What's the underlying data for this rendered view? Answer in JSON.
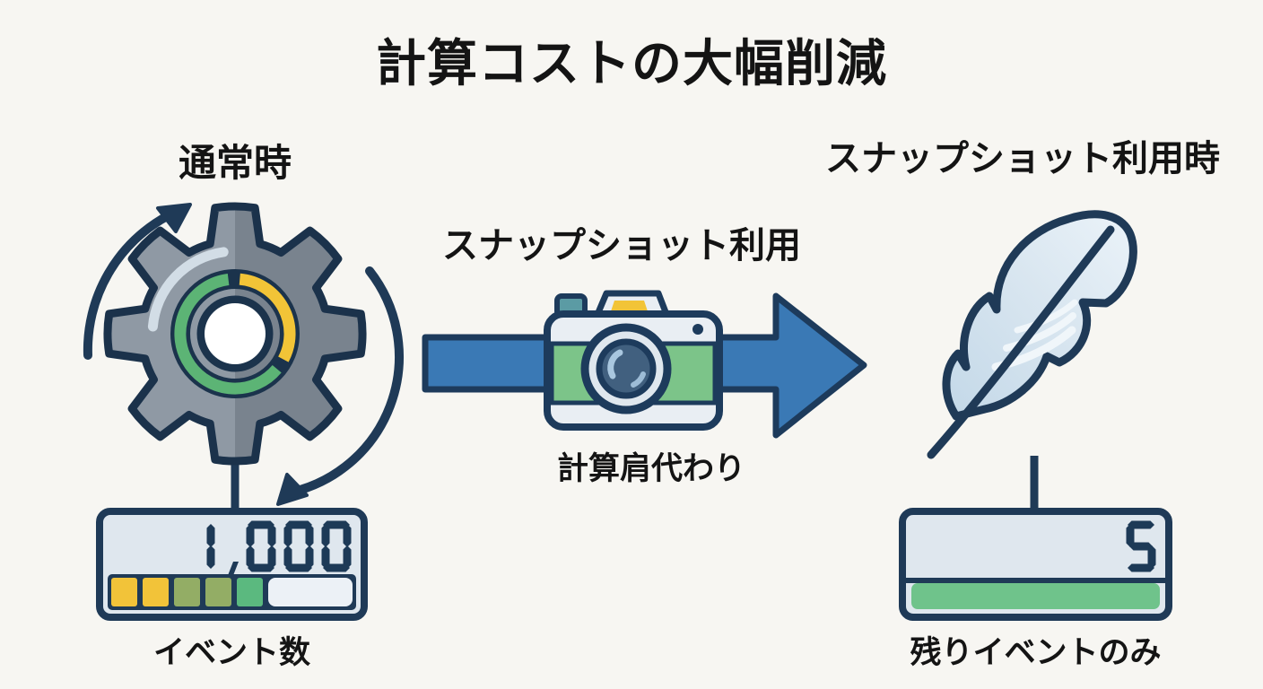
{
  "title": "計算コストの大幅削減",
  "sections": {
    "normal": {
      "label": "通常時",
      "icon": "gear-icon",
      "rotation_icon": "cycle-arrows-icon",
      "counter": {
        "value": "1,000",
        "caption": "イベント数",
        "segment_colors": [
          "#F2C339",
          "#F2C339",
          "#93AD65",
          "#93AD65",
          "#5BB97F"
        ],
        "track_color": "#ECF1F6"
      }
    },
    "transfer": {
      "label": "スナップショット利用",
      "icon": "camera-icon",
      "arrow_icon": "right-arrow-icon",
      "caption": "計算肩代わり"
    },
    "snapshot": {
      "label": "スナップショット利用時",
      "icon": "feather-icon",
      "counter": {
        "value": "5",
        "caption": "残りイベントのみ",
        "bar_color": "#6FC38B"
      }
    }
  },
  "colors": {
    "background": "#F7F6F2",
    "text": "#141414",
    "outline_navy": "#1F3A57",
    "arrow_blue": "#3A79B5",
    "gear_gray_light": "#8F99A4",
    "gear_gray_dark": "#79838E",
    "ring_green": "#5CB475",
    "ring_yellow": "#F2C437",
    "camera_body": "#E9EEF3",
    "camera_green": "#7CC489",
    "camera_lens": "#41607F",
    "feather_blue": "#D7E5F0",
    "counter_bg": "#DFE7EE",
    "digit_color": "#1D3A57"
  }
}
